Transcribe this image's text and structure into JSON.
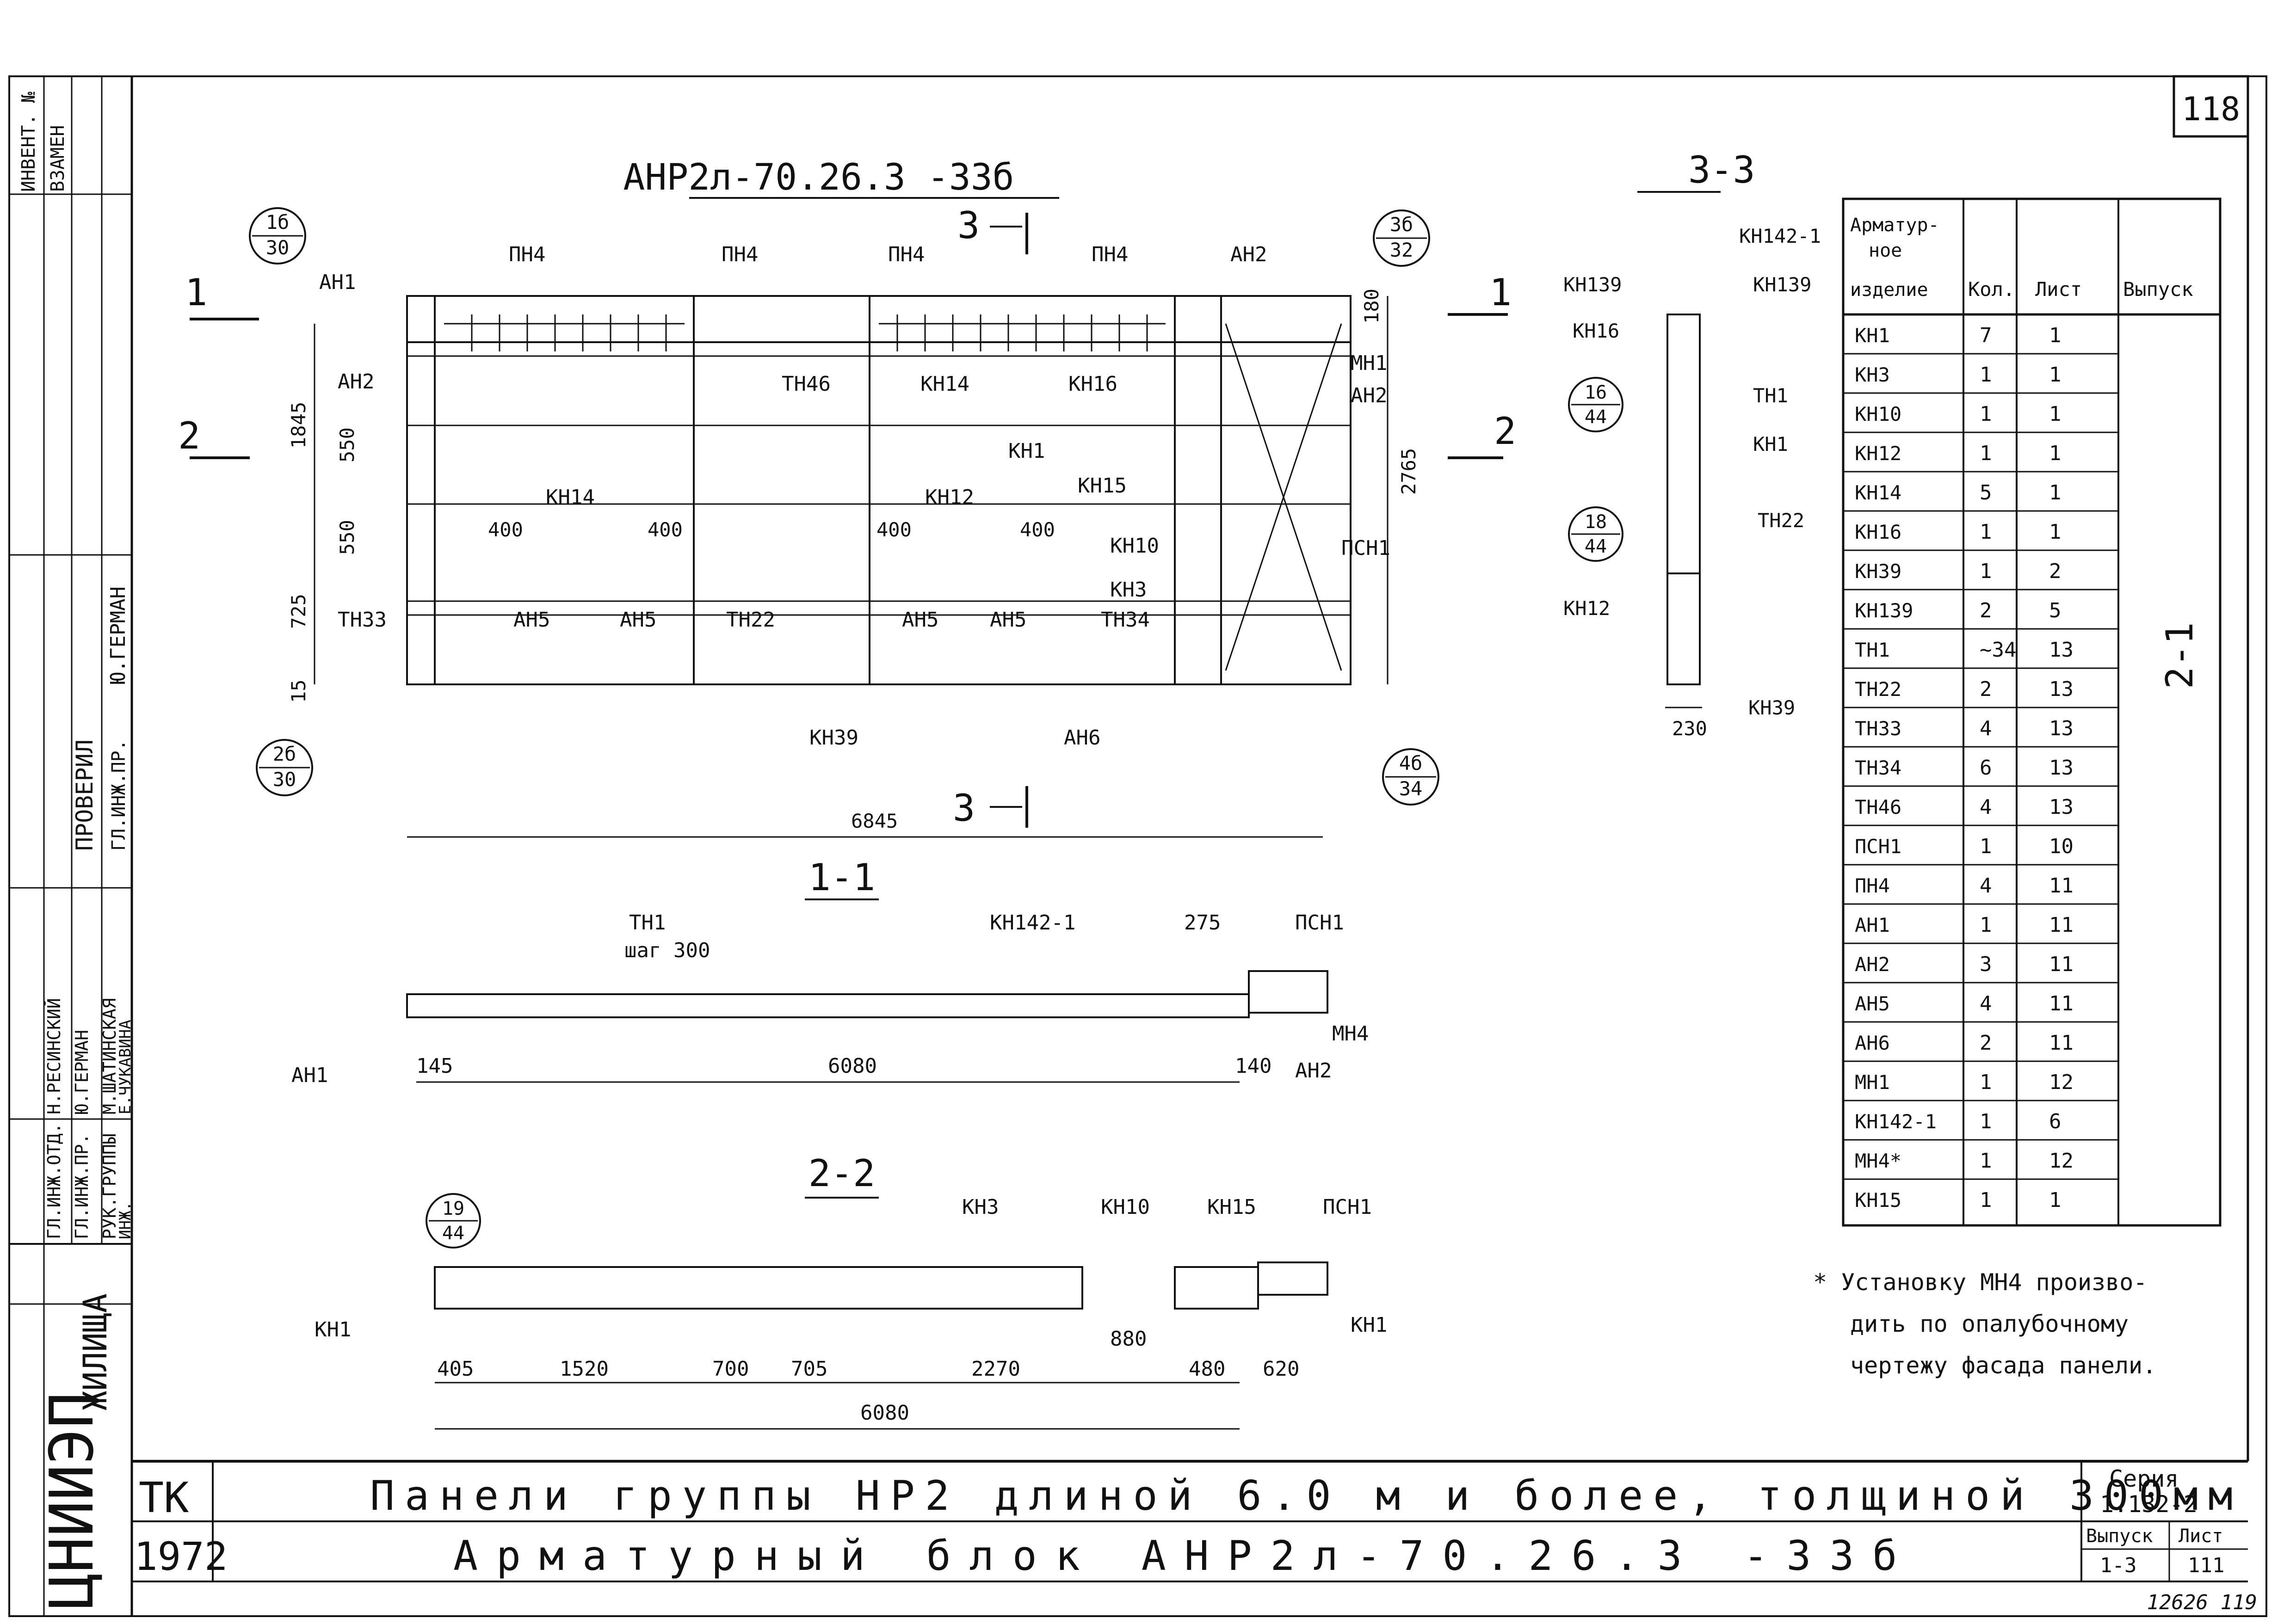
{
  "sheet_number": "118",
  "footer_handwritten": "12626  119",
  "title_block": {
    "org": "ТК",
    "year": "1972",
    "title_line1": "Панели группы НР2 длиной 6.0 м и более, толщиной 300мм",
    "title_line2": "Арматурный блок АНР2л-70.26.3 -33б",
    "series_label": "Серия",
    "series_value": "1.132-2",
    "issue_label": "Выпуск",
    "issue_value": "1-3",
    "list_label": "Лист",
    "list_value": "111"
  },
  "left_strip": {
    "institute": "ЦНИИЭП",
    "housing": "ЖИЛИЩА",
    "checked": "ПРОВЕРИЛ",
    "gl_ing_pr_top": "ГЛ.ИНЖ.ПР.",
    "german_top": "Ю.ГЕРМАН",
    "inv_header": "ИНВЕНТ. №",
    "vzamen": "ВЗАМЕН",
    "roles": [
      "ГЛ.ИНЖ.ОТД.",
      "ГЛ.ИНЖ.ПР.",
      "РУК.ГРУППЫ",
      "ИНЖ."
    ],
    "names": [
      "Н.РЕСИНСКИЙ",
      "Ю.ГЕРМАН",
      "М.ШАТИНСКАЯ",
      "Е.ЧУКАВИНА"
    ]
  },
  "main_view": {
    "title": "АНР2л-70.26.3 -33б",
    "callouts": [
      {
        "top": "1б",
        "bottom": "30"
      },
      {
        "top": "3б",
        "bottom": "32"
      },
      {
        "top": "2б",
        "bottom": "30"
      },
      {
        "top": "4б",
        "bottom": "34"
      }
    ],
    "section_marks": [
      "1",
      "2",
      "1",
      "2",
      "3",
      "3"
    ],
    "labels": [
      "ПН4",
      "ПН4",
      "ПН4",
      "ПН4",
      "АН2",
      "АН1",
      "АН2",
      "ТН46",
      "КН14",
      "КН16",
      "МН1",
      "АН2",
      "КН1",
      "КН15",
      "КН14",
      "КН12",
      "КН10",
      "ПСН1",
      "КН3",
      "ТН33",
      "АН5",
      "АН5",
      "ТН22",
      "АН5",
      "АН5",
      "ТН34",
      "КН39",
      "АН6"
    ],
    "dims": [
      "1845",
      "550",
      "550",
      "725",
      "15",
      "400",
      "400",
      "400",
      "400",
      "180",
      "2765",
      "6845"
    ]
  },
  "section_3_3": {
    "title": "3-3",
    "callouts": [
      {
        "top": "16",
        "bottom": "44"
      },
      {
        "top": "18",
        "bottom": "44"
      }
    ],
    "labels": [
      "КН142-1",
      "КН139",
      "КН139",
      "КН16",
      "ТН1",
      "КН1",
      "ТН22",
      "КН12",
      "КН39"
    ],
    "dims": [
      "230"
    ]
  },
  "section_1_1": {
    "title": "1-1",
    "labels": [
      "ТН1",
      "шаг 300",
      "КН142-1",
      "ПСН1",
      "МН4",
      "АН1",
      "АН2"
    ],
    "dims": [
      "275",
      "145",
      "6080",
      "140"
    ]
  },
  "section_2_2": {
    "title": "2-2",
    "callouts": [
      {
        "top": "19",
        "bottom": "44"
      }
    ],
    "labels": [
      "КН3",
      "КН10",
      "КН15",
      "ПСН1",
      "КН1",
      "КН1"
    ],
    "dims": [
      "405",
      "1520",
      "700",
      "705",
      "2270",
      "880",
      "480",
      "620",
      "6080"
    ]
  },
  "table": {
    "headers": [
      "Арматур-ное изделие",
      "Кол.",
      "Лист",
      "Выпуск"
    ],
    "issue_value": "2-1",
    "rows": [
      [
        "КН1",
        "7",
        "1"
      ],
      [
        "КН3",
        "1",
        "1"
      ],
      [
        "КН10",
        "1",
        "1"
      ],
      [
        "КН12",
        "1",
        "1"
      ],
      [
        "КН14",
        "5",
        "1"
      ],
      [
        "КН16",
        "1",
        "1"
      ],
      [
        "КН39",
        "1",
        "2"
      ],
      [
        "КН139",
        "2",
        "5"
      ],
      [
        "ТН1",
        "~34",
        "13"
      ],
      [
        "ТН22",
        "2",
        "13"
      ],
      [
        "ТН33",
        "4",
        "13"
      ],
      [
        "ТН34",
        "6",
        "13"
      ],
      [
        "ТН46",
        "4",
        "13"
      ],
      [
        "ПСН1",
        "1",
        "10"
      ],
      [
        "ПН4",
        "4",
        "11"
      ],
      [
        "АН1",
        "1",
        "11"
      ],
      [
        "АН2",
        "3",
        "11"
      ],
      [
        "АН5",
        "4",
        "11"
      ],
      [
        "АН6",
        "2",
        "11"
      ],
      [
        "МН1",
        "1",
        "12"
      ],
      [
        "КН142-1",
        "1",
        "6"
      ],
      [
        "МН4*",
        "1",
        "12"
      ],
      [
        "КН15",
        "1",
        "1"
      ]
    ]
  },
  "note": {
    "line1": "* Установку МН4 произво-",
    "line2": "дить по опалубочному",
    "line3": "чертежу фасада панели."
  }
}
